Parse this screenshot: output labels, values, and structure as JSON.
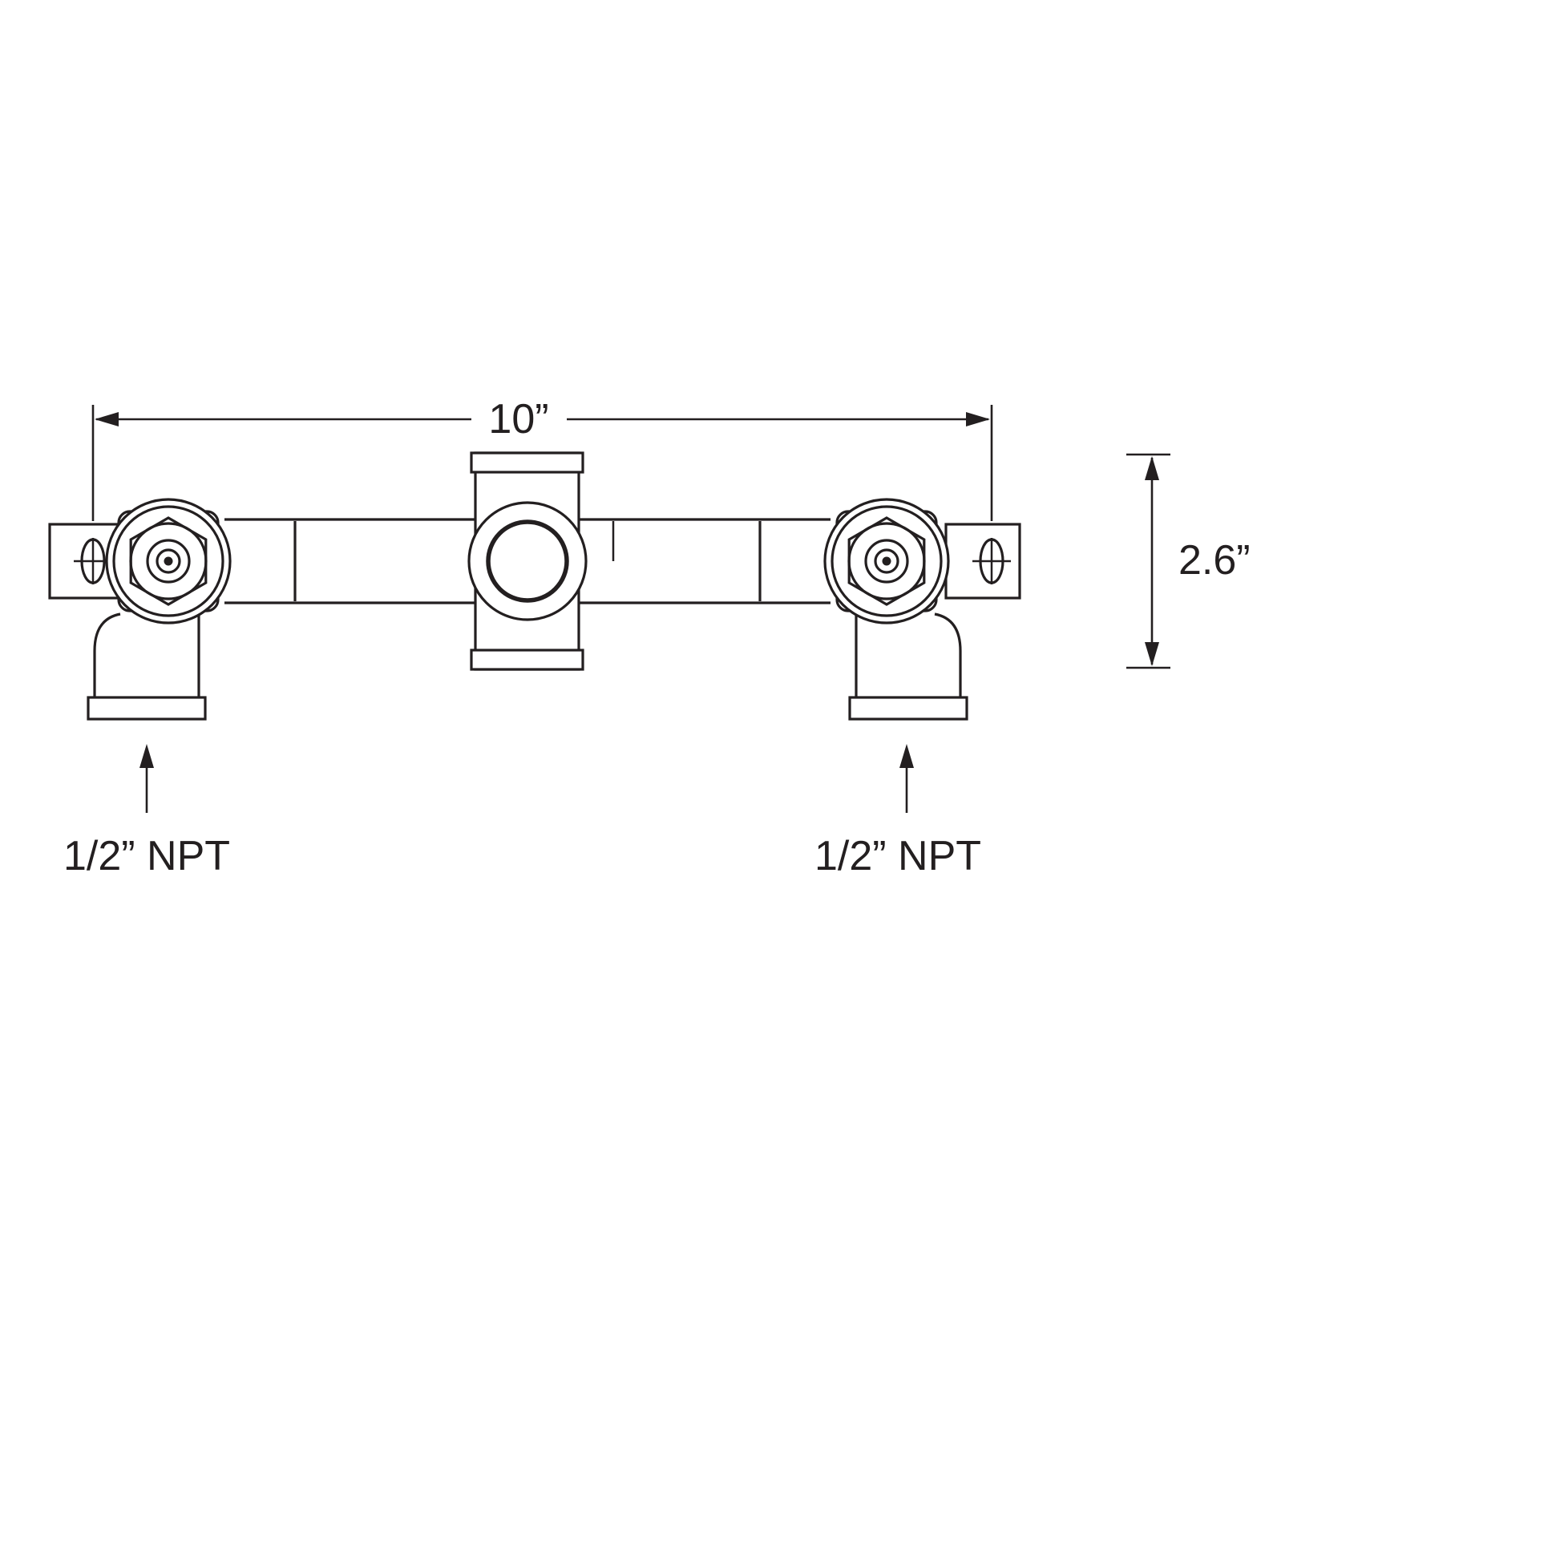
{
  "page": {
    "background": "#ffffff",
    "line_color": "#231f20"
  },
  "drawing": {
    "type": "technical-dimension-diagram",
    "description": "Front view of a wall-mount faucet rough-in valve assembly with two valves, center outlet body, mounting brackets and two bottom inlets",
    "labels": {
      "width_dimension": "10”",
      "height_dimension": "2.6”",
      "left_inlet": "1/2” NPT",
      "right_inlet": "1/2” NPT"
    }
  }
}
